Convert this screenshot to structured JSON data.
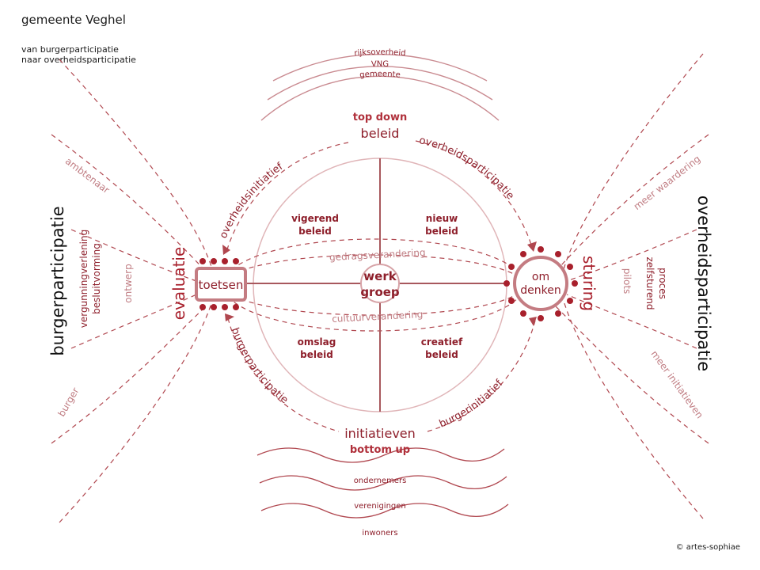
{
  "header": {
    "title": "gemeente Veghel",
    "subtitle_line1": "van burgerparticipatie",
    "subtitle_line2": "naar overheidsparticipatie"
  },
  "top_arcs": [
    "rijksoverheid",
    "VNG",
    "gemeente"
  ],
  "top_label": {
    "line1": "top down",
    "line2": "beleid"
  },
  "bottom_label": {
    "line1": "initiatieven",
    "line2": "bottom up"
  },
  "bottom_waves": [
    "ondernemers",
    "verenigingen",
    "inwoners"
  ],
  "quadrants": {
    "top_left": [
      "vigerend",
      "beleid"
    ],
    "top_right": [
      "nieuw",
      "beleid"
    ],
    "bottom_left": [
      "omslag",
      "beleid"
    ],
    "bottom_right": [
      "creatief",
      "beleid"
    ]
  },
  "center": {
    "line1": "werk",
    "line2": "groep"
  },
  "ellipse_labels": {
    "upper": "gedragsverandering",
    "lower": "cultuurverandering"
  },
  "left_node": {
    "label": "toetsen",
    "side_label": "evaluatie"
  },
  "right_node": {
    "line1": "om",
    "line2": "denken",
    "side_label": "sturing"
  },
  "arc_labels": {
    "top_left": "overheidsinitiatief",
    "top_right": "overheidsparticipatie",
    "bottom_left": "burgerparticipatie",
    "bottom_right": "burgerinitiatief"
  },
  "left_side": {
    "main": "burgerparticipatie",
    "labels": [
      "ambtenaar",
      "vergunningverlening",
      "besluitvorming",
      "ontwerp",
      "burger"
    ]
  },
  "right_side": {
    "main": "overheidsparticipatie",
    "labels": [
      "meer waardering",
      "zelfsturend",
      "proces",
      "pilots",
      "meer initiatieven"
    ]
  },
  "copyright": "© artes-sophiae",
  "colors": {
    "dark_red": "#8e1f2b",
    "mid_red": "#b5555f",
    "light_red": "#d39ca1",
    "line": "#a8585d",
    "text_dark": "#1a1a1a"
  }
}
